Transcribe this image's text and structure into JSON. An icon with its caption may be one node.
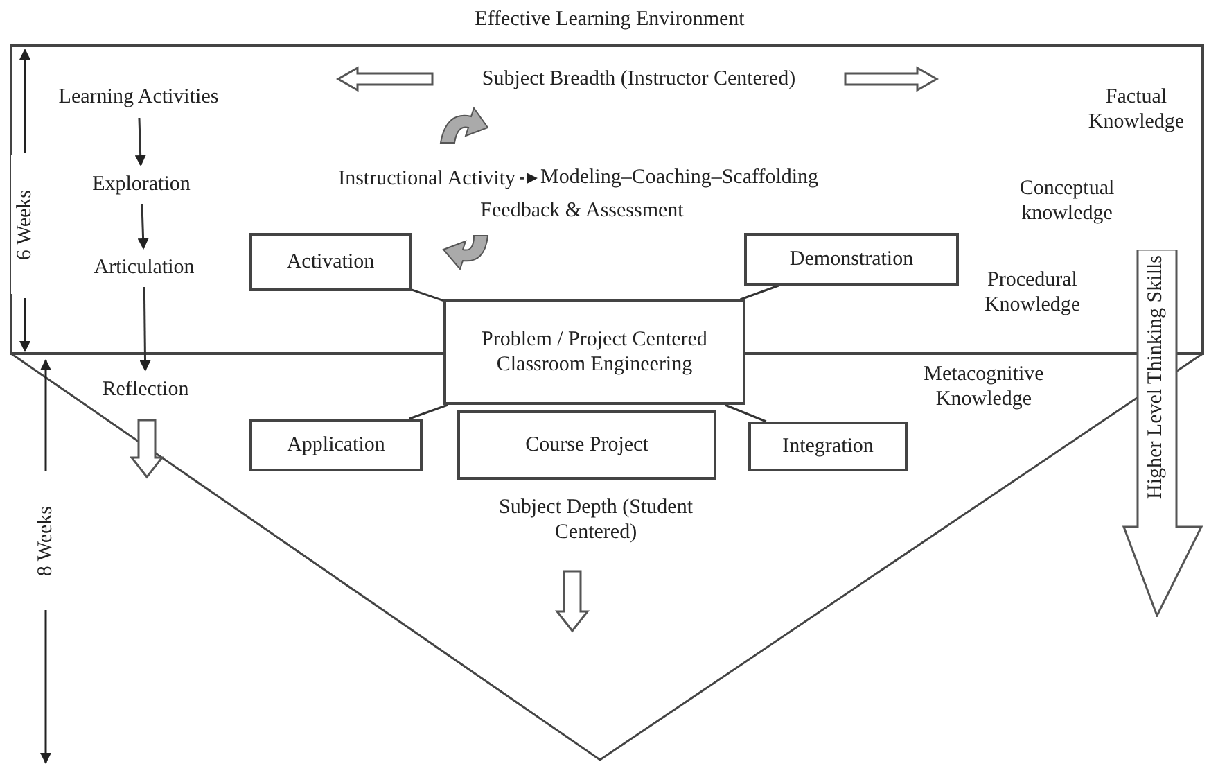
{
  "diagram": {
    "title": "Effective Learning Environment",
    "nodes": [
      {
        "text": [
          "Learning Activities"
        ]
      },
      {
        "text": [
          "Exploration"
        ]
      },
      {
        "text": [
          "Articulation"
        ]
      },
      {
        "text": [
          "Reflection"
        ]
      },
      {
        "text": [
          "Activation"
        ]
      },
      {
        "text": [
          "Demonstration"
        ]
      },
      {
        "text": [
          "Problem / Project Centered Classroom Engineering"
        ]
      },
      {
        "text": [
          "Application"
        ]
      },
      {
        "text": [
          "Course Project"
        ]
      },
      {
        "text": [
          "Integration"
        ]
      },
      {
        "text": [
          "Instructional Activity"
        ]
      },
      {
        "text": [
          "Modeling–Coaching–Scaffolding"
        ]
      },
      {
        "text": [
          "Higher Level Thinking Skills"
        ]
      }
    ],
    "edges": [
      {
        "from": 0,
        "to": 1,
        "arrow": "to"
      },
      {
        "from": 1,
        "to": 2,
        "arrow": "to"
      },
      {
        "from": 2,
        "to": 3,
        "arrow": "to"
      },
      {
        "from": 10,
        "to": 11,
        "arrow": "to",
        "style": "dashed"
      },
      {
        "from": 4,
        "to": 6,
        "arrow": "none"
      },
      {
        "from": 5,
        "to": 6,
        "arrow": "none"
      },
      {
        "from": 7,
        "to": 6,
        "arrow": "none"
      },
      {
        "from": 9,
        "to": 6,
        "arrow": "none"
      }
    ],
    "labels": [
      "Subject Breadth (Instructor Centered)",
      "Factual Knowledge",
      "Feedback & Assessment",
      "Conceptual knowledge",
      "6 Weeks",
      "Procedural Knowledge",
      "Metacognitive Knowledge",
      "8 Weeks",
      "Subject Depth (Student Centered)"
    ]
  }
}
